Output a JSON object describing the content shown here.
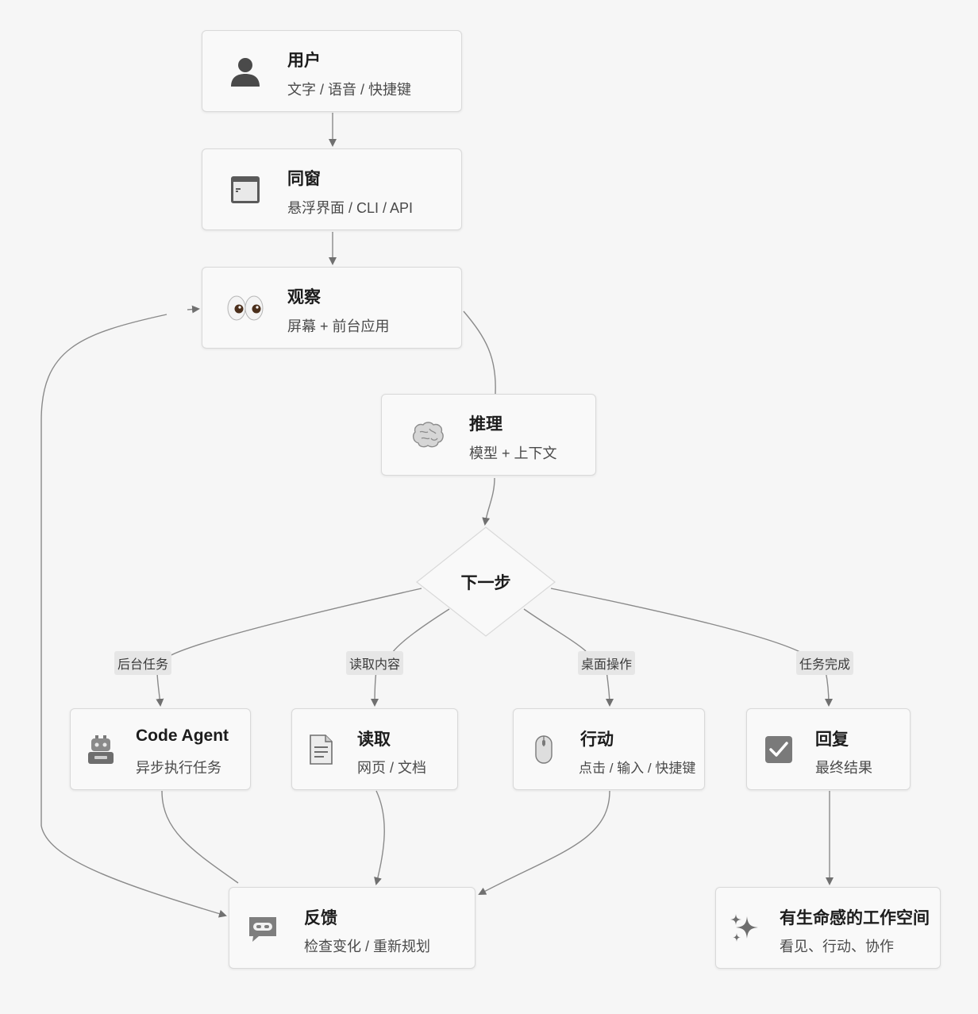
{
  "nodes": {
    "user": {
      "title": "用户",
      "sub": "文字 / 语音 / 快捷键",
      "icon": "person-icon"
    },
    "window": {
      "title": "同窗",
      "sub": "悬浮界面 / CLI / API",
      "icon": "terminal-window-icon"
    },
    "observe": {
      "title": "观察",
      "sub": "屏幕 + 前台应用",
      "icon": "eyes-icon"
    },
    "reason": {
      "title": "推理",
      "sub": "模型 + 上下文",
      "icon": "brain-icon"
    },
    "code_agent": {
      "title": "Code Agent",
      "sub": "异步执行任务",
      "icon": "robot-icon"
    },
    "read": {
      "title": "读取",
      "sub": "网页 / 文档",
      "icon": "document-icon"
    },
    "act": {
      "title": "行动",
      "sub": "点击 / 输入 / 快捷键",
      "icon": "mouse-icon"
    },
    "reply": {
      "title": "回复",
      "sub": "最终结果",
      "icon": "checkbox-icon"
    },
    "feedback": {
      "title": "反馈",
      "sub": "检查变化 / 重新规划",
      "icon": "speech-bubble-icon"
    },
    "workspace": {
      "title": "有生命感的工作空间",
      "sub": "看见、行动、协作",
      "icon": "sparkles-icon"
    }
  },
  "decision": {
    "label": "下一步"
  },
  "edge_labels": {
    "background": "后台任务",
    "read": "读取内容",
    "desktop": "桌面操作",
    "done": "任务完成"
  }
}
